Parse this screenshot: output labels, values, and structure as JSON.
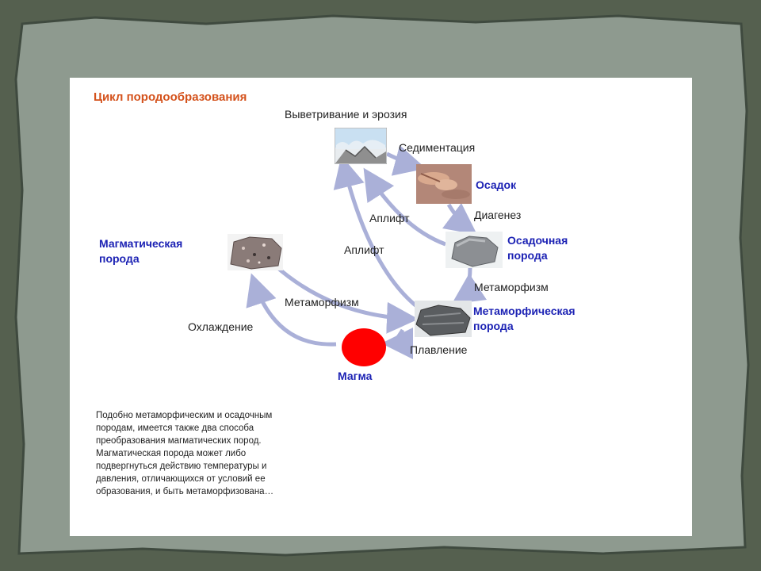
{
  "title": "Цикл породообразования",
  "processes": {
    "weathering": "Выветривание и эрозия",
    "sedimentation": "Седиментация",
    "diagenesis": "Диагенез",
    "uplift_upper": "Аплифт",
    "uplift_lower": "Аплифт",
    "metamorphism_right": "Метаморфизм",
    "metamorphism_left": "Метаморфизм",
    "cooling": "Охлаждение",
    "melting": "Плавление"
  },
  "rocks": {
    "sediment": "Осадок",
    "sedimentary_line1": "Осадочная",
    "sedimentary_line2": "порода",
    "metamorphic_line1": "Метаморфическая",
    "metamorphic_line2": "порода",
    "igneous_line1": "Магматическая",
    "igneous_line2": "порода",
    "magma": "Магма"
  },
  "description": "Подобно метаморфическим и осадочным\nпородам, имеется также два способа\nпреобразования магматических пород.\nМагматическая порода может либо\nподвергнуться действию температуры и\nдавления, отличающихся от условий ее\nобразования, и быть метаморфизована…",
  "colors": {
    "title": "#d4521c",
    "rock_label": "#1c22b4",
    "arrow": "#aab0d8",
    "magma": "#ff0000"
  }
}
